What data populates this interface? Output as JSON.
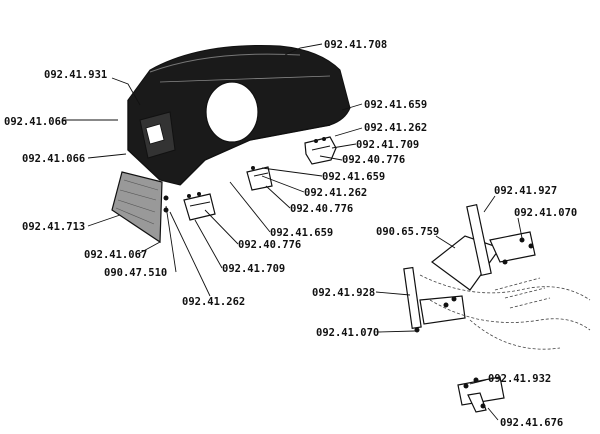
{
  "labels": {
    "l_708": "092.41.708",
    "l_931": "092.41.931",
    "l_066a": "092.41.066",
    "l_066b": "092.41.066",
    "l_659a": "092.41.659",
    "l_262a": "092.41.262",
    "l_709a": "092.41.709",
    "l_776a": "092.40.776",
    "l_659b": "092.41.659",
    "l_262b": "092.41.262",
    "l_776b": "092.40.776",
    "l_659c": "092.41.659",
    "l_713": "092.41.713",
    "l_776c": "092.40.776",
    "l_067": "092.41.067",
    "l_709b": "092.41.709",
    "l_510": "090.47.510",
    "l_262c": "092.41.262",
    "l_927": "092.41.927",
    "l_070a": "092.41.070",
    "l_759": "090.65.759",
    "l_928": "092.41.928",
    "l_070b": "092.41.070",
    "l_932": "092.41.932",
    "l_676": "092.41.676"
  }
}
